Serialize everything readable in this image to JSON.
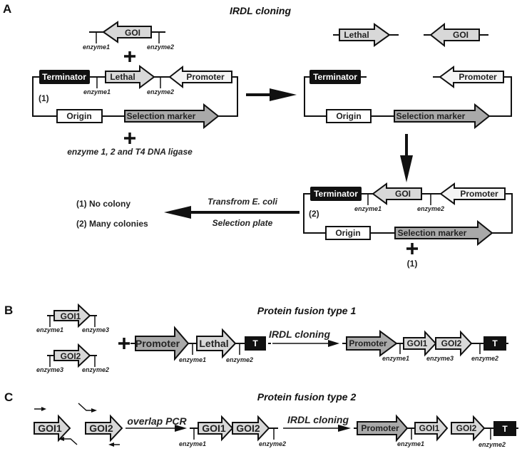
{
  "panelA": {
    "letter": "A",
    "title": "IRDL cloning",
    "insert": {
      "label": "GOI",
      "left_site": "enzyme1",
      "right_site": "enzyme2"
    },
    "vector1": {
      "terminator": "Terminator",
      "lethal": "Lethal",
      "promoter": "Promoter",
      "origin": "Origin",
      "marker": "Selection marker",
      "site1": "enzyme1",
      "site2": "enzyme2",
      "tag": "(1)"
    },
    "reagents": "enzyme 1, 2 and T4 DNA ligase",
    "digested": {
      "lethal": "Lethal",
      "goi": "GOI",
      "terminator": "Terminator",
      "promoter": "Promoter",
      "origin": "Origin",
      "marker": "Selection marker"
    },
    "vector2": {
      "terminator": "Terminator",
      "goi": "GOI",
      "promoter": "Promoter",
      "origin": "Origin",
      "marker": "Selection marker",
      "site1": "enzyme1",
      "site2": "enzyme2",
      "tag": "(2)",
      "plus_tag": "(1)"
    },
    "transform_label": "Transfrom E. coli",
    "plate_label": "Selection plate",
    "results": [
      "(1) No colony",
      "(2) Many colonies"
    ]
  },
  "panelB": {
    "letter": "B",
    "title": "Protein fusion type 1",
    "goi1": {
      "label": "GOI1",
      "left_site": "enzyme1",
      "right_site": "enzyme3"
    },
    "goi2": {
      "label": "GOI2",
      "left_site": "enzyme3",
      "right_site": "enzyme2"
    },
    "vector": {
      "promoter": "Promoter",
      "lethal": "Lethal",
      "terminator": "T",
      "site1": "enzyme1",
      "site2": "enzyme2"
    },
    "step": "IRDL cloning",
    "product": {
      "promoter": "Promoter",
      "goi1": "GOI1",
      "goi2": "GOI2",
      "terminator": "T",
      "site1": "enzyme1",
      "site3": "enzyme3",
      "site2": "enzyme2"
    }
  },
  "panelC": {
    "letter": "C",
    "title": "Protein fusion type 2",
    "goi1": "GOI1",
    "goi2": "GOI2",
    "step1": "overlap PCR",
    "fused": {
      "goi1": "GOI1",
      "goi2": "GOI2",
      "site1": "enzyme1",
      "site2": "enzyme2"
    },
    "step2": "IRDL cloning",
    "product": {
      "promoter": "Promoter",
      "goi1": "GOI1",
      "goi2": "GOI2",
      "terminator": "T",
      "site1": "enzyme1",
      "site2": "enzyme2"
    }
  }
}
